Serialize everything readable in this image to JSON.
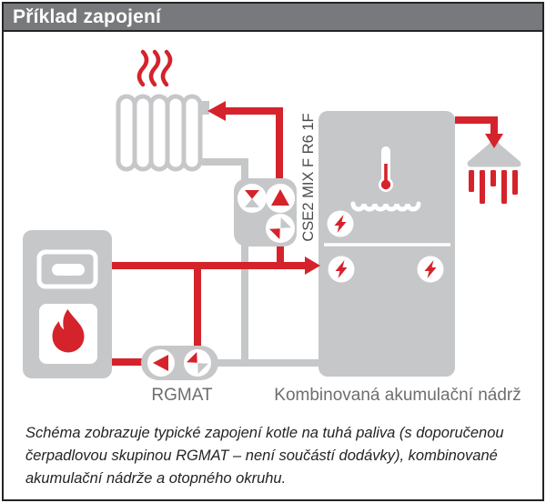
{
  "title": "Příklad zapojení",
  "diagram": {
    "pump_group_vertical_label": "CSE2 MIX F R6 1F",
    "rgmat_label": "RGMAT",
    "tank_label": "Kombinovaná akumulační nádrž",
    "components": [
      {
        "name": "solid-fuel-boiler",
        "icons": [
          "boiler-display",
          "flame-icon"
        ]
      },
      {
        "name": "radiator",
        "icons": [
          "heat-waves-icon"
        ]
      },
      {
        "name": "pump-group-cse2",
        "icons": [
          "check-valve-icon",
          "pump-icon",
          "mixing-valve-icon"
        ]
      },
      {
        "name": "pump-group-rgmat",
        "icons": [
          "pump-icon",
          "mixing-valve-icon"
        ]
      },
      {
        "name": "accumulation-tank",
        "icons": [
          "thermometer-icon",
          "dhw-coil-icon",
          "electric-heater-icon",
          "electric-heater-icon",
          "electric-heater-icon"
        ]
      },
      {
        "name": "shower",
        "icons": [
          "shower-head-icon",
          "water-streams-icon"
        ]
      },
      {
        "name": "flow-arrows",
        "icons": [
          "arrow-to-radiator",
          "arrow-to-tank",
          "arrow-to-shower"
        ]
      }
    ]
  },
  "caption": {
    "line1": "Schéma zobrazuje typické zapojení kotle na tuhá paliva (s doporučenou",
    "line2": "čerpadlovou skupinou RGMAT – není součástí dodávky), kombinované",
    "line3": "akumulační nádrže a otopného okruhu."
  },
  "colors": {
    "red": "#d5232c",
    "comp": "#c6c7c9",
    "titlebar": "#77797c",
    "label": "#6d6e70",
    "dark": "#262325",
    "vlabel": "#4b4c4e"
  }
}
